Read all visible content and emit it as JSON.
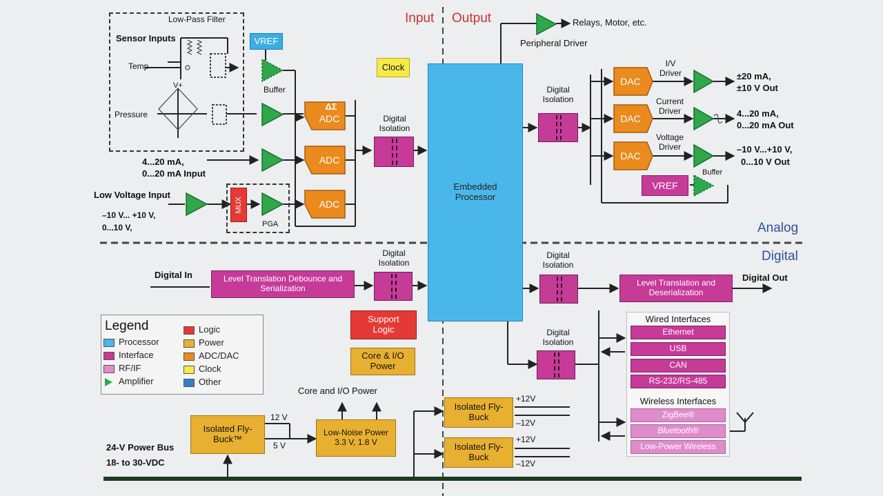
{
  "section_labels": {
    "input": "Input",
    "output": "Output",
    "analog": "Analog",
    "digital": "Digital"
  },
  "sensor": {
    "low_pass_filter": "Low-Pass Filter",
    "sensor_inputs": "Sensor Inputs",
    "temp": "Temp",
    "vplus": "V+",
    "pressure": "Pressure"
  },
  "analog_in": {
    "vref": "VREF",
    "buffer": "Buffer",
    "clock": "Clock",
    "adc_delta_sigma_symbol": "ΔΣ",
    "adc": "ADC",
    "current_input": [
      "4...20 mA,",
      "0...20 mA Input"
    ],
    "low_voltage_input": "Low Voltage Input",
    "voltage_ranges": [
      "–10 V... +10 V,",
      "0...10 V,"
    ],
    "mux": "MUX",
    "pga": "PGA",
    "digital_isolation": "Digital Isolation"
  },
  "processor": {
    "label": "Embedded Processor"
  },
  "output_side": {
    "relays": "Relays, Motor, etc.",
    "peripheral_driver": "Peripheral Driver",
    "digital_isolation": "Digital Isolation",
    "dac": "DAC",
    "iv_driver": [
      "I/V",
      "Driver"
    ],
    "current_driver": [
      "Current",
      "Driver"
    ],
    "voltage_driver": [
      "Voltage",
      "Driver"
    ],
    "vref": "VREF",
    "buffer": "Buffer",
    "out_iv": [
      "±20 mA,",
      "±10 V Out"
    ],
    "out_current": [
      "4...20 mA,",
      "0...20 mA Out"
    ],
    "out_voltage": [
      "–10 V...+10 V,",
      "0...10 V Out"
    ]
  },
  "digital_section": {
    "digital_in": "Digital In",
    "level_translation_in": "Level Translation Debounce and Serialization",
    "digital_isolation": "Digital Isolation",
    "level_translation_out": "Level Translation and Deserialization",
    "digital_out": "Digital Out",
    "support_logic": "Support Logic",
    "core_io_power": "Core & I/O Power"
  },
  "interfaces": {
    "wired_title": "Wired Interfaces",
    "wired": [
      "Ethernet",
      "USB",
      "CAN",
      "RS-232/RS-485"
    ],
    "wireless_title": "Wireless Interfaces",
    "wireless": [
      "ZigBee®",
      "Bluetooth®",
      "Low-Power Wireless"
    ]
  },
  "legend": {
    "title": "Legend",
    "items_left": [
      {
        "label": "Processor",
        "color": "#4ab7ea"
      },
      {
        "label": "Interface",
        "color": "#c63a98"
      },
      {
        "label": "RF/IF",
        "color": "#df8ccb"
      },
      {
        "label": "Amplifier",
        "color": "#2ea84a"
      }
    ],
    "items_right": [
      {
        "label": "Logic",
        "color": "#e53935"
      },
      {
        "label": "Power",
        "color": "#e8b030"
      },
      {
        "label": "ADC/DAC",
        "color": "#eb8b1e"
      },
      {
        "label": "Clock",
        "color": "#f5ea4a"
      },
      {
        "label": "Other",
        "color": "#2f7fc4"
      }
    ]
  },
  "power": {
    "core_io_power": "Core and I/O Power",
    "isolated_flybuck_tm": "Isolated Fly-Buck™",
    "v12": "12 V",
    "v5": "5 V",
    "low_noise_power": "Low-Noise Power 3.3 V, 1.8 V",
    "power_bus": "24-V Power Bus",
    "power_bus_range": "18- to 30-VDC",
    "isolated_flybuck": "Isolated Fly-Buck",
    "plus12": "+12V",
    "minus12": "–12V"
  }
}
